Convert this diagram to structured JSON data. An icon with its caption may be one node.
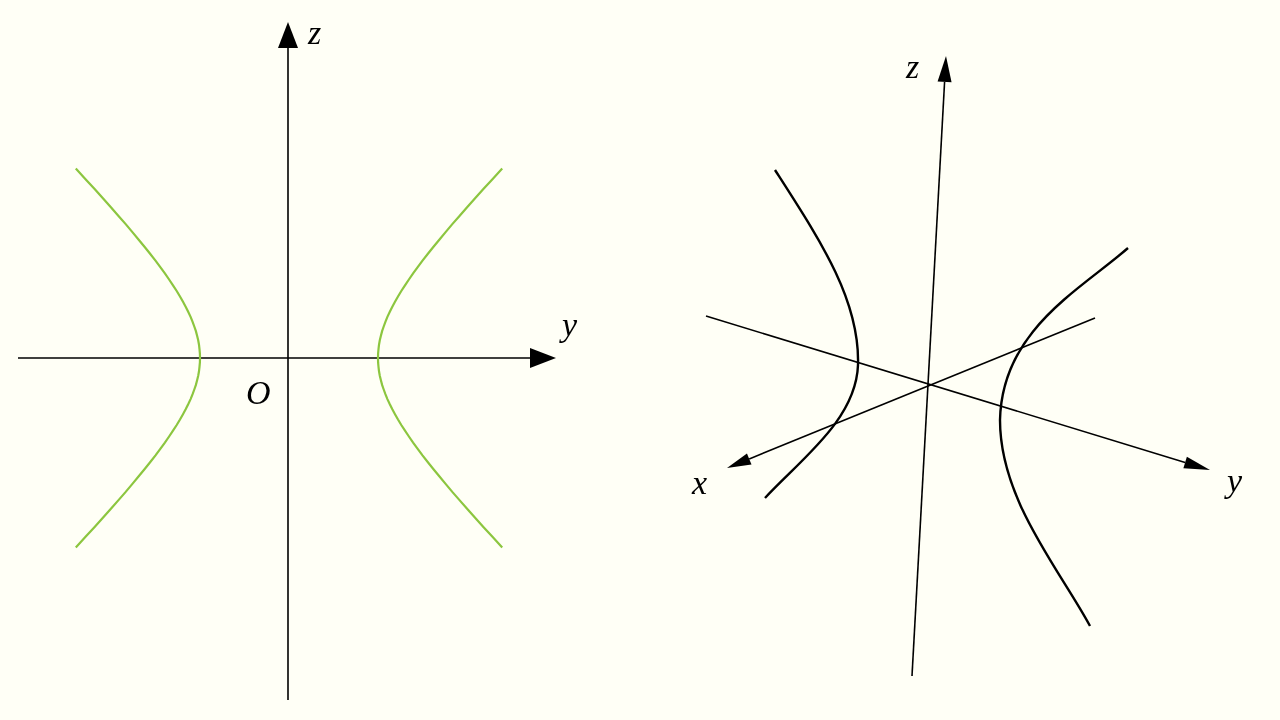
{
  "diagram": {
    "labels": [
      "z",
      "y",
      "O",
      "z",
      "x",
      "y"
    ]
  }
}
